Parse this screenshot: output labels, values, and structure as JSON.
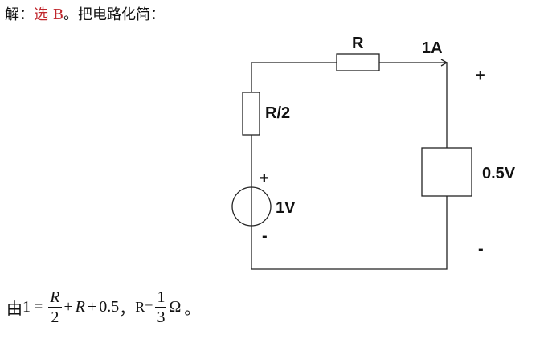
{
  "solution": {
    "prefix": "解：",
    "answer": "选 B",
    "suffix": "。把电路化简："
  },
  "circuit": {
    "top_resistor": "R",
    "current": "1A",
    "left_resistor": "R/2",
    "source_plus": "+",
    "source_value": "1V",
    "source_minus": "-",
    "load_plus": "+",
    "load_value": "0.5V",
    "load_minus": "-"
  },
  "equation": {
    "prefix": "由",
    "lhs": "1",
    "eq": "=",
    "frac1_num": "R",
    "frac1_den": "2",
    "plus1": "+",
    "term2": "R",
    "plus2": "+",
    "term3": "0.5",
    "sep": "，",
    "result_lhs": "R=",
    "frac2_num": "1",
    "frac2_den": "3",
    "unit": "Ω",
    "end": "。"
  }
}
